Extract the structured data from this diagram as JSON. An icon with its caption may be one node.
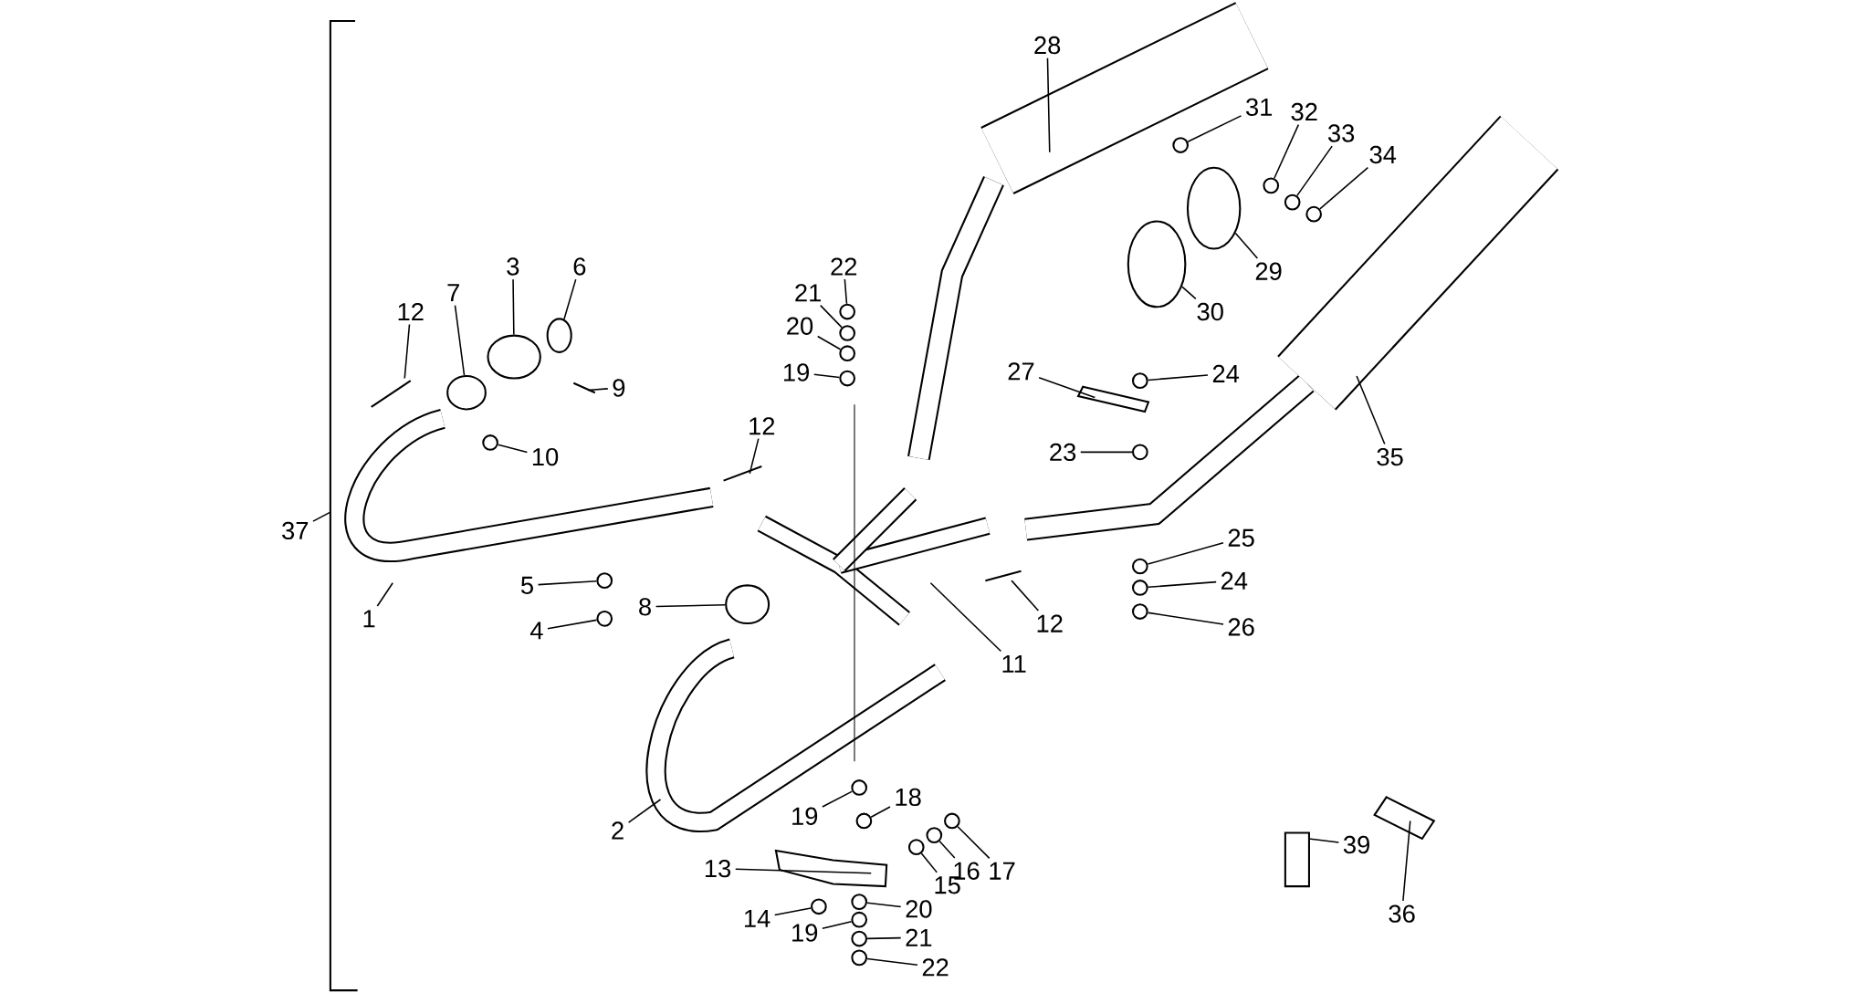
{
  "diagram": {
    "nodes": [
      {
        "text": [
          "28"
        ]
      },
      {
        "text": [
          "31"
        ]
      },
      {
        "text": [
          "32"
        ]
      },
      {
        "text": [
          "33"
        ]
      },
      {
        "text": [
          "34"
        ]
      },
      {
        "text": [
          "22"
        ]
      },
      {
        "text": [
          "3"
        ]
      },
      {
        "text": [
          "6"
        ]
      },
      {
        "text": [
          "29"
        ]
      },
      {
        "text": [
          "21"
        ]
      },
      {
        "text": [
          "12"
        ]
      },
      {
        "text": [
          "7"
        ]
      },
      {
        "text": [
          "30"
        ]
      },
      {
        "text": [
          "20"
        ]
      },
      {
        "text": [
          "19"
        ]
      },
      {
        "text": [
          "27"
        ]
      },
      {
        "text": [
          "24"
        ]
      },
      {
        "text": [
          "9"
        ]
      },
      {
        "text": [
          "12"
        ]
      },
      {
        "text": [
          "23"
        ]
      },
      {
        "text": [
          "10"
        ]
      },
      {
        "text": [
          "35"
        ]
      },
      {
        "text": [
          "37"
        ]
      },
      {
        "text": [
          "25"
        ]
      },
      {
        "text": [
          "5"
        ]
      },
      {
        "text": [
          "24"
        ]
      },
      {
        "text": [
          "8"
        ]
      },
      {
        "text": [
          "1"
        ]
      },
      {
        "text": [
          "12"
        ]
      },
      {
        "text": [
          "4"
        ]
      },
      {
        "text": [
          "26"
        ]
      },
      {
        "text": [
          "11"
        ]
      },
      {
        "text": [
          "18"
        ]
      },
      {
        "text": [
          "19"
        ]
      },
      {
        "text": [
          "2"
        ]
      },
      {
        "text": [
          "39"
        ]
      },
      {
        "text": [
          "13"
        ]
      },
      {
        "text": [
          "16"
        ]
      },
      {
        "text": [
          "17"
        ]
      },
      {
        "text": [
          "15"
        ]
      },
      {
        "text": [
          "36"
        ]
      },
      {
        "text": [
          "20"
        ]
      },
      {
        "text": [
          "14"
        ]
      },
      {
        "text": [
          "19"
        ]
      },
      {
        "text": [
          "21"
        ]
      },
      {
        "text": [
          "22"
        ]
      },
      {
        "text": [],
        "shape": "bracket"
      },
      {
        "text": [],
        "shape": "circle"
      },
      {
        "text": [],
        "shape": "circle"
      },
      {
        "text": [],
        "shape": "circle"
      },
      {
        "text": [],
        "shape": "circle"
      },
      {
        "text": [],
        "shape": "circle"
      },
      {
        "text": [],
        "shape": "circle"
      },
      {
        "text": [],
        "shape": "circle"
      },
      {
        "text": [],
        "shape": "circle"
      },
      {
        "text": [],
        "shape": "circle"
      },
      {
        "text": [],
        "shape": "circle"
      },
      {
        "text": [],
        "shape": "circle"
      },
      {
        "text": [],
        "shape": "circle"
      },
      {
        "text": [],
        "shape": "circle"
      },
      {
        "text": [],
        "shape": "circle"
      },
      {
        "text": [],
        "shape": "circle"
      },
      {
        "text": [],
        "shape": "circle"
      },
      {
        "text": [],
        "shape": "circle"
      },
      {
        "text": [],
        "shape": "circle"
      },
      {
        "text": [],
        "shape": "circle"
      },
      {
        "text": [],
        "shape": "circle"
      },
      {
        "text": [],
        "shape": "circle"
      },
      {
        "text": [],
        "shape": "circle"
      },
      {
        "text": [],
        "shape": "circle"
      },
      {
        "text": [],
        "shape": "circle"
      },
      {
        "text": [],
        "shape": "circle"
      },
      {
        "text": [],
        "shape": "circle"
      },
      {
        "text": [],
        "shape": "circle"
      },
      {
        "text": [],
        "shape": "circle"
      },
      {
        "text": [],
        "shape": "circle"
      },
      {
        "text": [],
        "shape": "circle"
      },
      {
        "text": [],
        "shape": "circle"
      },
      {
        "text": [],
        "shape": "circle"
      }
    ],
    "edges": [
      {
        "from": 0,
        "to": null,
        "arrow": "none"
      },
      {
        "from": 1,
        "to": 47,
        "arrow": "none"
      },
      {
        "from": 2,
        "to": 48,
        "arrow": "none"
      },
      {
        "from": 3,
        "to": 49,
        "arrow": "none"
      },
      {
        "from": 4,
        "to": 50,
        "arrow": "none"
      },
      {
        "from": 5,
        "to": 51,
        "arrow": "none"
      },
      {
        "from": 6,
        "to": 52,
        "arrow": "none"
      },
      {
        "from": 7,
        "to": 53,
        "arrow": "none"
      },
      {
        "from": 8,
        "to": 54,
        "arrow": "none"
      },
      {
        "from": 9,
        "to": 55,
        "arrow": "none"
      },
      {
        "from": 10,
        "to": null,
        "arrow": "none"
      },
      {
        "from": 11,
        "to": 56,
        "arrow": "none"
      },
      {
        "from": 12,
        "to": 57,
        "arrow": "none"
      },
      {
        "from": 13,
        "to": 58,
        "arrow": "none"
      },
      {
        "from": 14,
        "to": 59,
        "arrow": "none"
      },
      {
        "from": 15,
        "to": null,
        "arrow": "none"
      },
      {
        "from": 16,
        "to": 60,
        "arrow": "none"
      },
      {
        "from": 17,
        "to": null,
        "arrow": "none"
      },
      {
        "from": 18,
        "to": null,
        "arrow": "none"
      },
      {
        "from": 19,
        "to": 61,
        "arrow": "none"
      },
      {
        "from": 20,
        "to": 62,
        "arrow": "none"
      },
      {
        "from": 21,
        "to": null,
        "arrow": "none"
      },
      {
        "from": 22,
        "to": 46,
        "arrow": "none"
      },
      {
        "from": 23,
        "to": 63,
        "arrow": "none"
      },
      {
        "from": 24,
        "to": 64,
        "arrow": "none"
      },
      {
        "from": 25,
        "to": 65,
        "arrow": "none"
      },
      {
        "from": 26,
        "to": 66,
        "arrow": "none"
      },
      {
        "from": 27,
        "to": null,
        "arrow": "none"
      },
      {
        "from": 28,
        "to": null,
        "arrow": "none"
      },
      {
        "from": 29,
        "to": 67,
        "arrow": "none"
      },
      {
        "from": 30,
        "to": 68,
        "arrow": "none"
      },
      {
        "from": 31,
        "to": null,
        "arrow": "none"
      },
      {
        "from": 32,
        "to": 69,
        "arrow": "none"
      },
      {
        "from": 33,
        "to": 70,
        "arrow": "none"
      },
      {
        "from": 34,
        "to": null,
        "arrow": "none"
      },
      {
        "from": 35,
        "to": null,
        "arrow": "none"
      },
      {
        "from": 36,
        "to": null,
        "arrow": "none"
      },
      {
        "from": 37,
        "to": 71,
        "arrow": "none"
      },
      {
        "from": 38,
        "to": 72,
        "arrow": "none"
      },
      {
        "from": 39,
        "to": 73,
        "arrow": "none"
      },
      {
        "from": 40,
        "to": null,
        "arrow": "none"
      },
      {
        "from": 41,
        "to": 74,
        "arrow": "none"
      },
      {
        "from": 42,
        "to": 75,
        "arrow": "none"
      },
      {
        "from": 43,
        "to": 76,
        "arrow": "none"
      },
      {
        "from": 44,
        "to": 77,
        "arrow": "none"
      },
      {
        "from": 45,
        "to": 78,
        "arrow": "none"
      }
    ]
  }
}
